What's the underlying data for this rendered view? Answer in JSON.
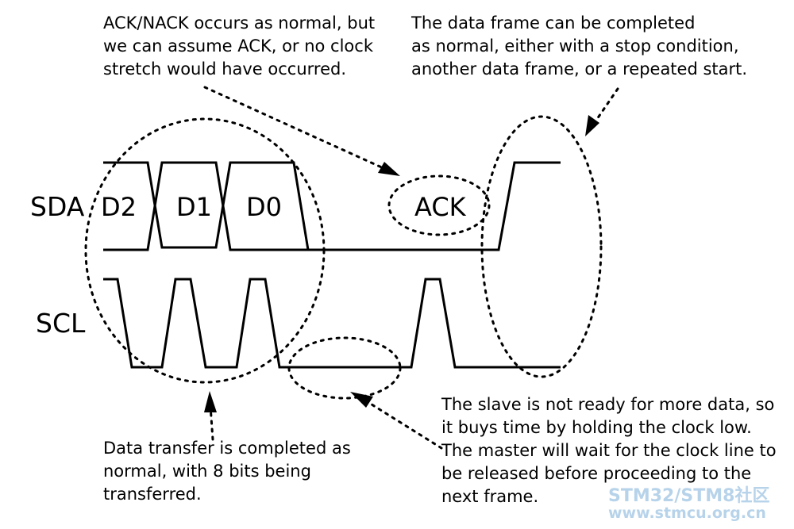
{
  "signals": {
    "sda": "SDA",
    "scl": "SCL"
  },
  "bits": [
    "D2",
    "D1",
    "D0"
  ],
  "ack_label": "ACK",
  "notes": {
    "ack": [
      "ACK/NACK occurs as normal, but",
      "we can assume ACK, or no clock",
      "stretch would have occurred."
    ],
    "frame_end": [
      "The data frame can be completed",
      "as normal, either with a stop condition,",
      "another data frame, or a repeated start."
    ],
    "transfer": [
      "Data transfer is completed as",
      "normal, with 8 bits being",
      "transferred."
    ],
    "stretch": [
      "The slave is not ready for more data, so",
      "it buys time by holding the clock low.",
      "The master will wait for the clock line to",
      "be released before proceeding to the",
      "next frame."
    ]
  },
  "watermark": {
    "line1": "STM32/STM8社区",
    "line2": "www.stmcu.org.cn",
    "color": "#b7d3ea"
  }
}
